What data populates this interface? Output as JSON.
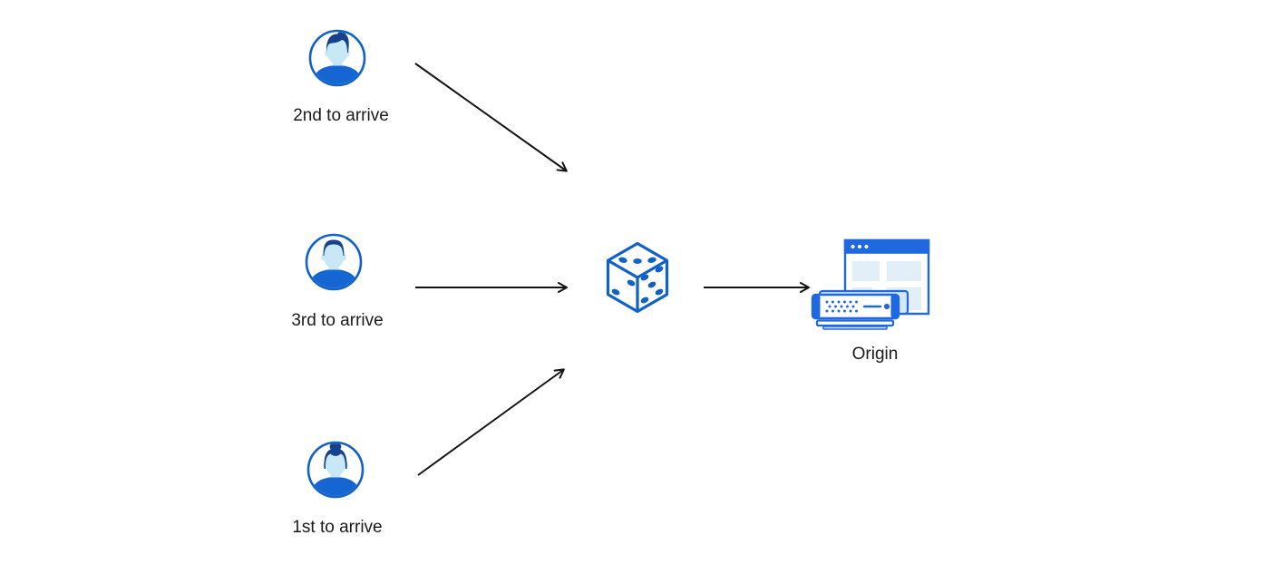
{
  "diagram": {
    "description": "Three visitors arrive in different order; a dice (random selection) forwards one request to the Origin server",
    "nodes": [
      {
        "id": "user-2nd",
        "label": "2nd to arrive",
        "icon": "male-avatar-quiff-icon"
      },
      {
        "id": "user-3rd",
        "label": "3rd to arrive",
        "icon": "male-avatar-short-hair-icon"
      },
      {
        "id": "user-1st",
        "label": "1st to arrive",
        "icon": "female-avatar-bun-icon"
      },
      {
        "id": "random-selector",
        "label": "",
        "icon": "dice-icon"
      },
      {
        "id": "origin",
        "label": "Origin",
        "icon": "origin-server-icon"
      }
    ],
    "edges": [
      {
        "from": "user-2nd",
        "to": "random-selector"
      },
      {
        "from": "user-3rd",
        "to": "random-selector"
      },
      {
        "from": "user-1st",
        "to": "random-selector"
      },
      {
        "from": "random-selector",
        "to": "origin"
      }
    ],
    "dice_faces": {
      "top_pips": 3,
      "left_pips": 2,
      "right_pips": 5
    },
    "colors": {
      "icon_blue": "#1062C9",
      "hair_navy": "#16418C",
      "skin_light_blue": "#C8E8F7",
      "shirt_blue": "#1565D2",
      "browser_blue": "#2068E0",
      "panel_blue": "#E2EEF8",
      "server_back_blue": "#D3E8F8",
      "arrow_black": "#141414",
      "label_text": "#1A1A1A",
      "background": "#FFFFFF"
    }
  }
}
